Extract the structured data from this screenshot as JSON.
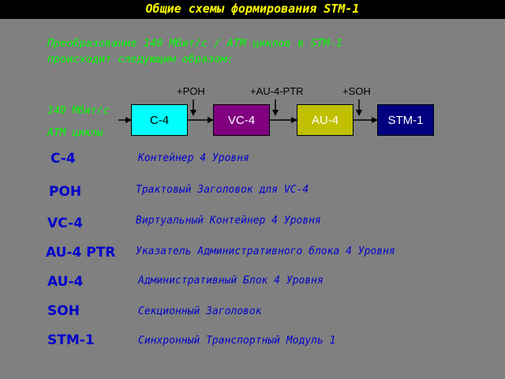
{
  "title": "Общие схемы формирования STM-1",
  "intro": {
    "line1": "Преобразование 140 Мбит/с / ATM циклов в STM-1",
    "line2": "происходит следующим образом:"
  },
  "diagram": {
    "input_line1": "140 Мбит/с",
    "input_line2": "ATM циклы",
    "boxes": [
      {
        "label": "C-4",
        "color": "#00ffff",
        "text_color": "#000000"
      },
      {
        "label": "VC-4",
        "color": "#800080",
        "text_color": "#ffffff"
      },
      {
        "label": "AU-4",
        "color": "#c0c000",
        "text_color": "#ffffff"
      },
      {
        "label": "STM-1",
        "color": "#000080",
        "text_color": "#ffffff"
      }
    ],
    "additions": [
      "+POH",
      "+AU-4-PTR",
      "+SOH"
    ]
  },
  "glossary": [
    {
      "abbr": "C-4",
      "desc": "Контейнер 4 Уровня"
    },
    {
      "abbr": "POH",
      "desc": "Трактовый Заголовок для VC-4"
    },
    {
      "abbr": "VC-4",
      "desc": "Виртуальный Контейнер 4 Уровня"
    },
    {
      "abbr": "AU-4 PTR",
      "desc": "Указатель Административного блока 4 Уровня"
    },
    {
      "abbr": "AU-4",
      "desc": "Административный Блок 4 Уровня"
    },
    {
      "abbr": "SOH",
      "desc": "Секционный Заголовок"
    },
    {
      "abbr": "STM-1",
      "desc": "Синхронный Транспортный Модуль 1"
    }
  ],
  "colors": {
    "background": "#808080",
    "title_bar": "#000000",
    "title_text": "#ffff00",
    "intro_text": "#00ff00",
    "glossary_text": "#0000cc"
  }
}
